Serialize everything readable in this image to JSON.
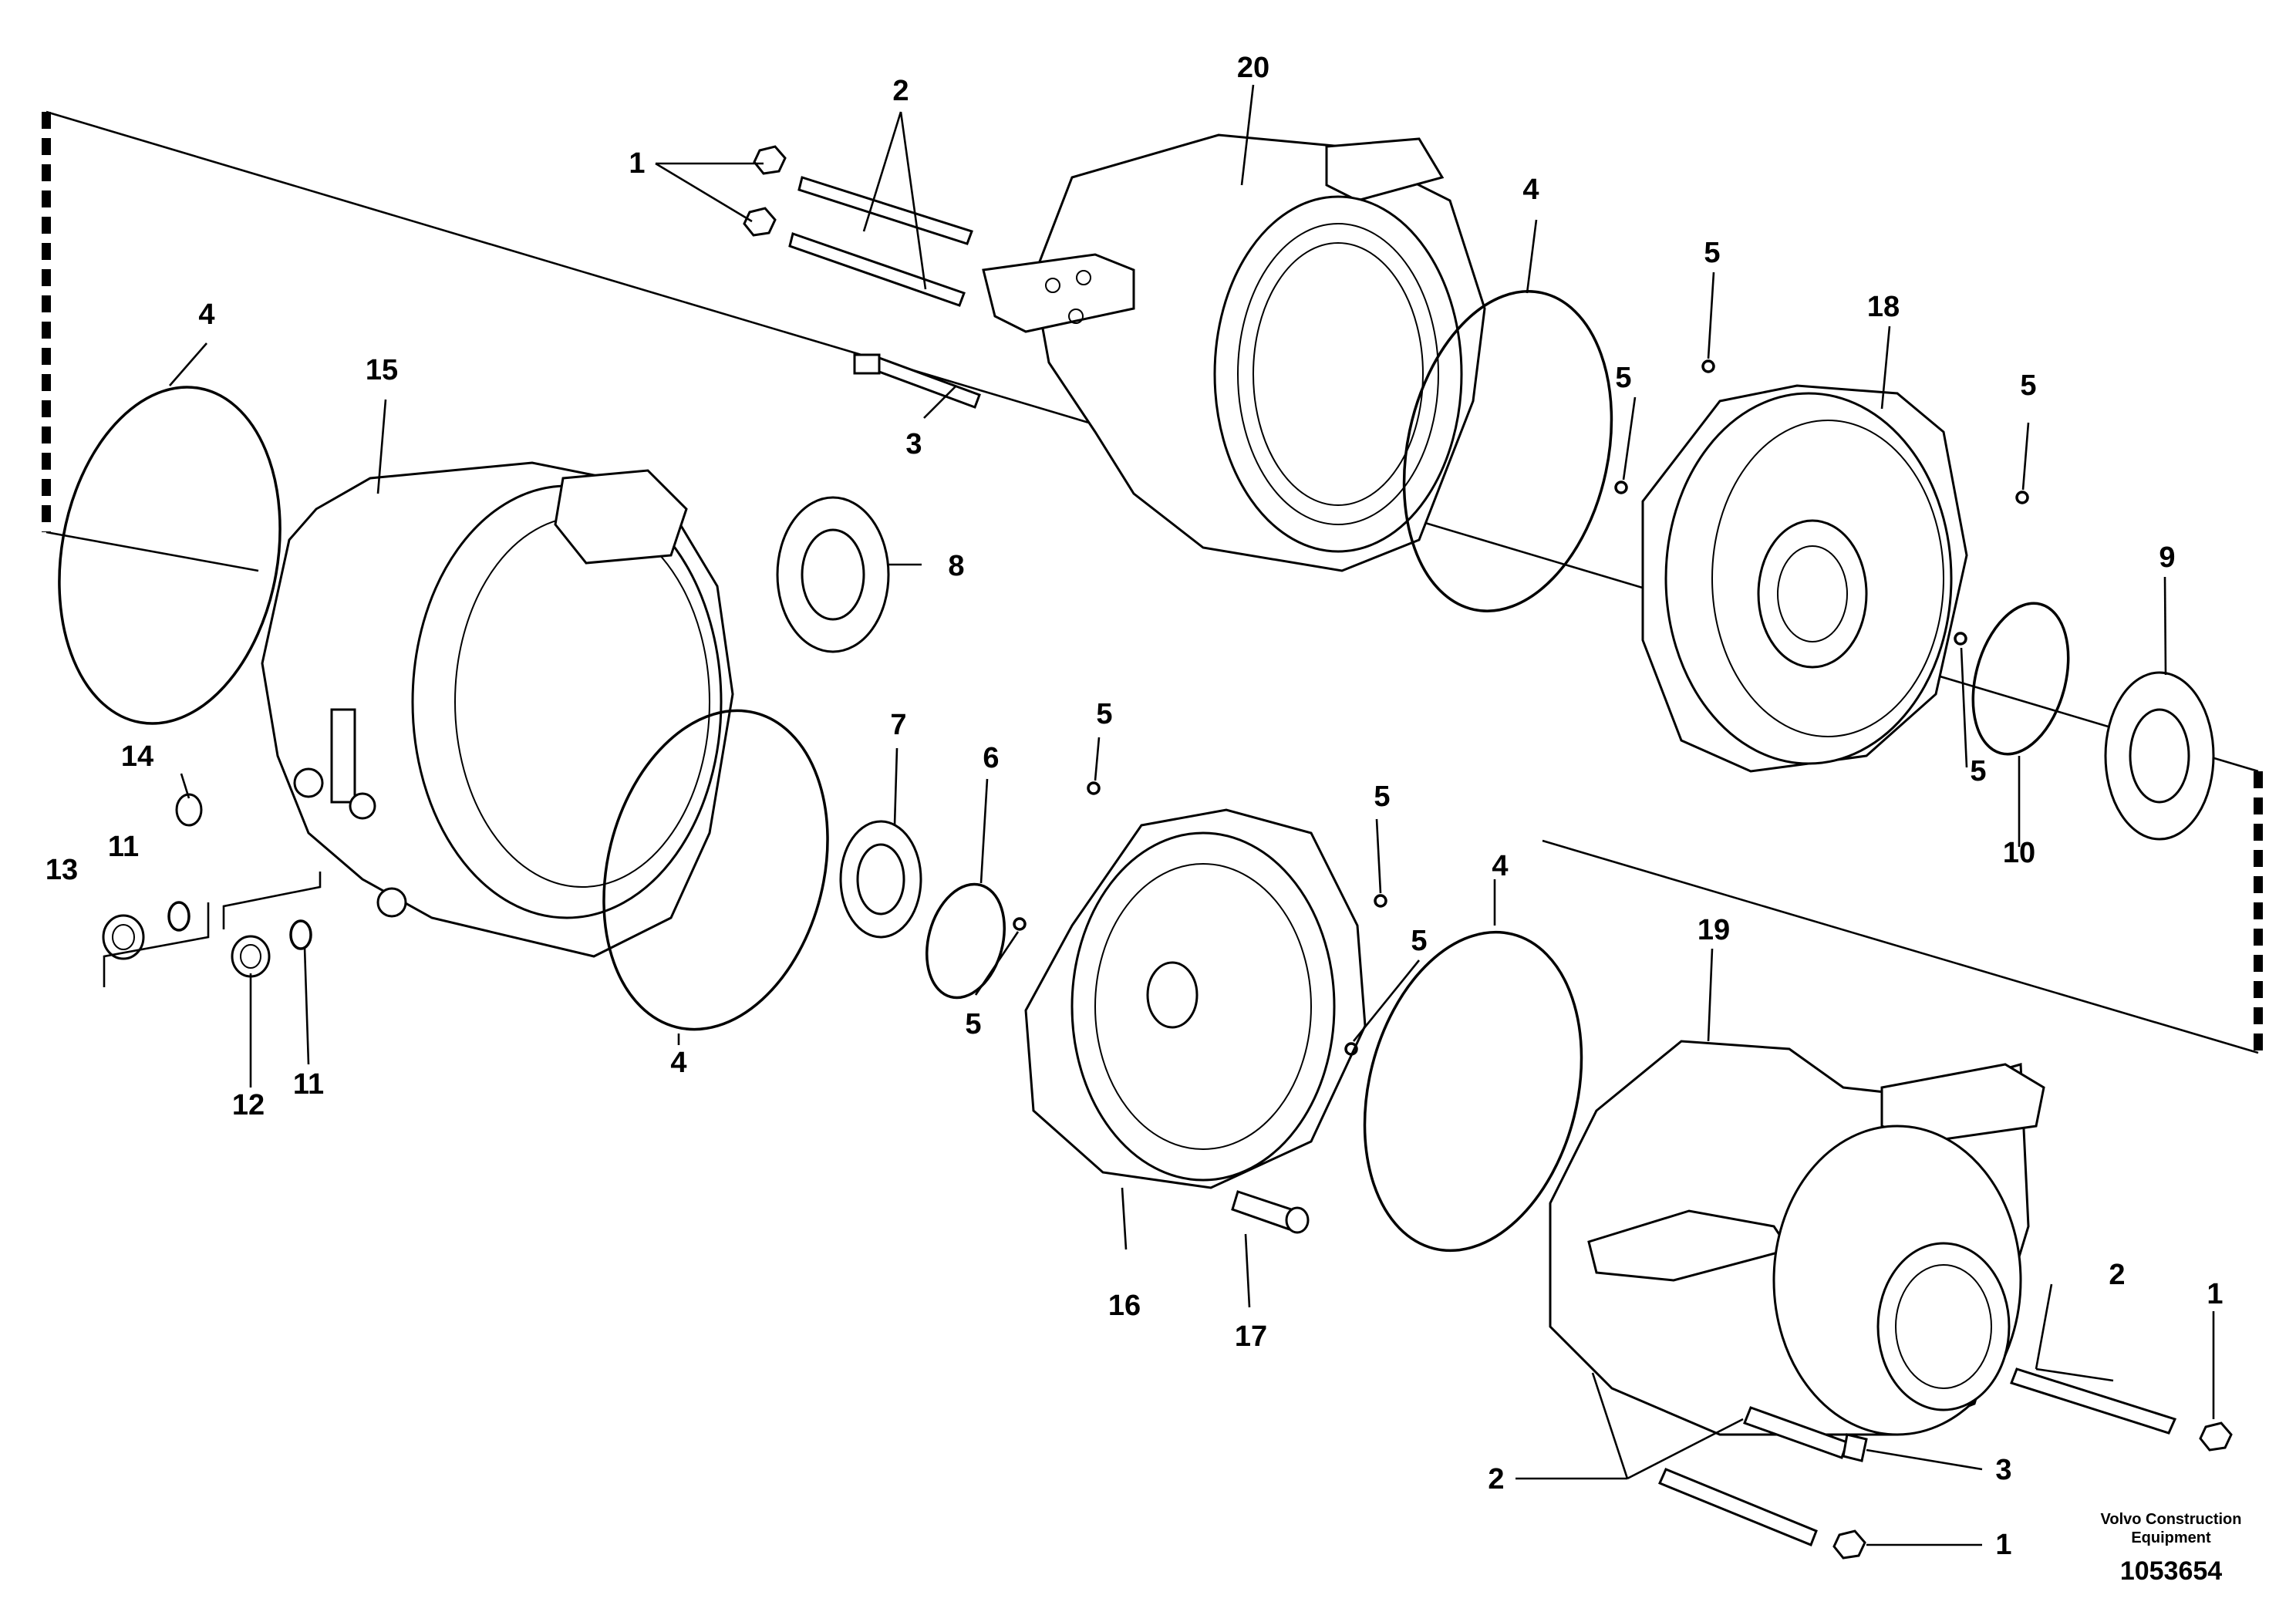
{
  "callouts": {
    "c1a": "1",
    "c2a": "2",
    "c20": "20",
    "c4a": "4",
    "c5a": "5",
    "c18": "18",
    "c5b": "5",
    "c5c": "5",
    "c4b": "4",
    "c15": "15",
    "c3a": "3",
    "c8": "8",
    "c9": "9",
    "c14": "14",
    "c7": "7",
    "c6": "6",
    "c5d": "5",
    "c5e": "5",
    "c10": "10",
    "c13": "13",
    "c11a": "11",
    "c5f": "5",
    "c4c": "4",
    "c19": "19",
    "c12": "12",
    "c11b": "11",
    "c4d": "4",
    "c5g": "5",
    "c5h": "5",
    "c16": "16",
    "c17": "17",
    "c2b": "2",
    "c1b": "1",
    "c2c": "2",
    "c3b": "3",
    "c1c": "1"
  },
  "footer": {
    "brand_line1": "Volvo Construction",
    "brand_line2": "Equipment",
    "drawing_number": "1053654"
  }
}
